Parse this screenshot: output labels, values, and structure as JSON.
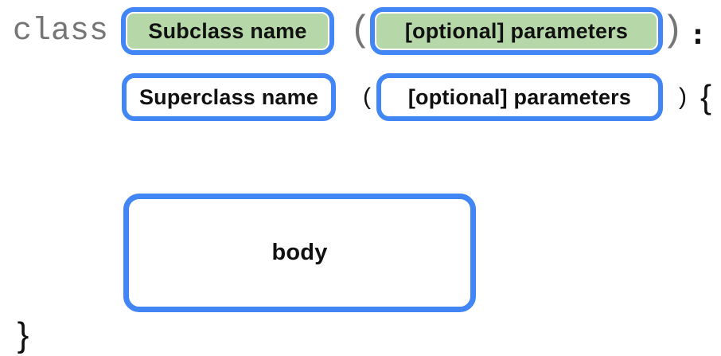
{
  "colors": {
    "border_blue": "#4285F4",
    "fill_green": "#B6D7A8",
    "keyword_gray": "#757575",
    "text_black": "#111111",
    "background": "#FFFFFF"
  },
  "line1": {
    "keyword": "class",
    "subclass_label": "Subclass name",
    "open_paren": "(",
    "params_label": "[optional] parameters",
    "close_paren": ")",
    "colon": ":"
  },
  "line2": {
    "superclass_label": "Superclass name",
    "open_paren": "(",
    "params_label": "[optional] parameters",
    "close_paren": ")",
    "open_brace": "{"
  },
  "body_label": "body",
  "close_brace": "}"
}
